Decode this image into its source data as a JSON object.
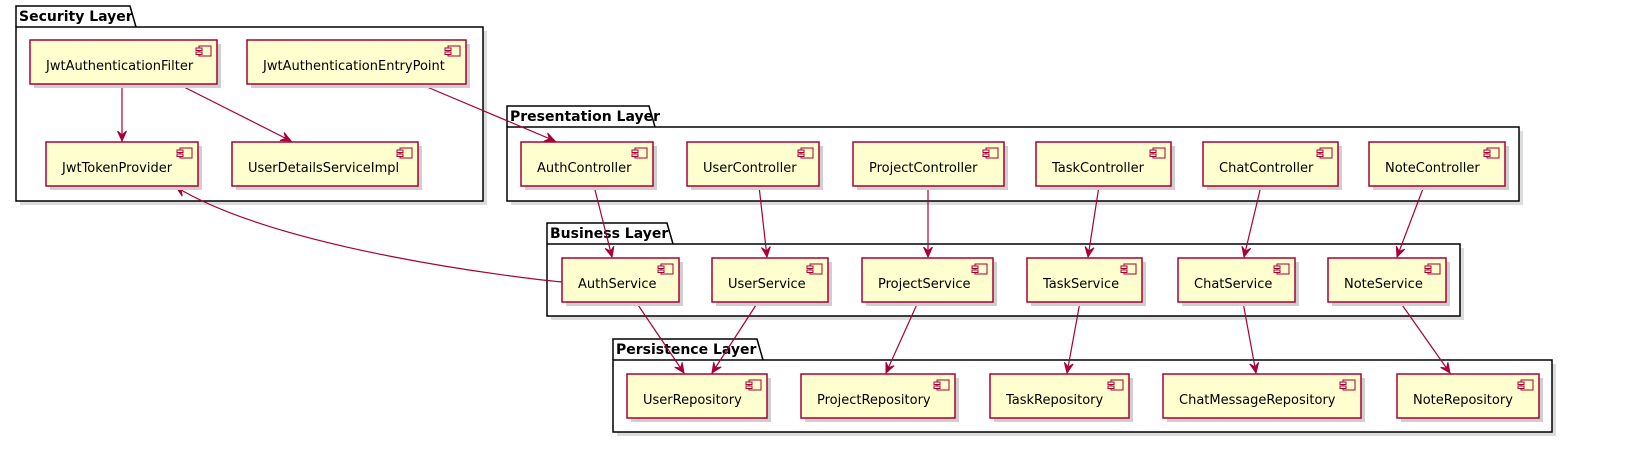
{
  "packages": [
    {
      "id": "security",
      "title": "Security Layer"
    },
    {
      "id": "presentation",
      "title": "Presentation Layer"
    },
    {
      "id": "business",
      "title": "Business Layer"
    },
    {
      "id": "persistence",
      "title": "Persistence Layer"
    }
  ],
  "components": [
    {
      "id": "JwtAuthenticationFilter",
      "label": "JwtAuthenticationFilter",
      "package": "security"
    },
    {
      "id": "JwtAuthenticationEntryPoint",
      "label": "JwtAuthenticationEntryPoint",
      "package": "security"
    },
    {
      "id": "JwtTokenProvider",
      "label": "JwtTokenProvider",
      "package": "security"
    },
    {
      "id": "UserDetailsServiceImpl",
      "label": "UserDetailsServiceImpl",
      "package": "security"
    },
    {
      "id": "AuthController",
      "label": "AuthController",
      "package": "presentation"
    },
    {
      "id": "UserController",
      "label": "UserController",
      "package": "presentation"
    },
    {
      "id": "ProjectController",
      "label": "ProjectController",
      "package": "presentation"
    },
    {
      "id": "TaskController",
      "label": "TaskController",
      "package": "presentation"
    },
    {
      "id": "ChatController",
      "label": "ChatController",
      "package": "presentation"
    },
    {
      "id": "NoteController",
      "label": "NoteController",
      "package": "presentation"
    },
    {
      "id": "AuthService",
      "label": "AuthService",
      "package": "business"
    },
    {
      "id": "UserService",
      "label": "UserService",
      "package": "business"
    },
    {
      "id": "ProjectService",
      "label": "ProjectService",
      "package": "business"
    },
    {
      "id": "TaskService",
      "label": "TaskService",
      "package": "business"
    },
    {
      "id": "ChatService",
      "label": "ChatService",
      "package": "business"
    },
    {
      "id": "NoteService",
      "label": "NoteService",
      "package": "business"
    },
    {
      "id": "UserRepository",
      "label": "UserRepository",
      "package": "persistence"
    },
    {
      "id": "ProjectRepository",
      "label": "ProjectRepository",
      "package": "persistence"
    },
    {
      "id": "TaskRepository",
      "label": "TaskRepository",
      "package": "persistence"
    },
    {
      "id": "ChatMessageRepository",
      "label": "ChatMessageRepository",
      "package": "persistence"
    },
    {
      "id": "NoteRepository",
      "label": "NoteRepository",
      "package": "persistence"
    }
  ],
  "dependencies": [
    {
      "from": "JwtAuthenticationFilter",
      "to": "JwtTokenProvider"
    },
    {
      "from": "JwtAuthenticationFilter",
      "to": "UserDetailsServiceImpl"
    },
    {
      "from": "JwtAuthenticationEntryPoint",
      "to": "AuthController"
    },
    {
      "from": "AuthController",
      "to": "AuthService"
    },
    {
      "from": "UserController",
      "to": "UserService"
    },
    {
      "from": "ProjectController",
      "to": "ProjectService"
    },
    {
      "from": "TaskController",
      "to": "TaskService"
    },
    {
      "from": "ChatController",
      "to": "ChatService"
    },
    {
      "from": "NoteController",
      "to": "NoteService"
    },
    {
      "from": "AuthService",
      "to": "JwtTokenProvider"
    },
    {
      "from": "AuthService",
      "to": "UserRepository"
    },
    {
      "from": "UserService",
      "to": "UserRepository"
    },
    {
      "from": "ProjectService",
      "to": "ProjectRepository"
    },
    {
      "from": "TaskService",
      "to": "TaskRepository"
    },
    {
      "from": "ChatService",
      "to": "ChatMessageRepository"
    },
    {
      "from": "NoteService",
      "to": "NoteRepository"
    }
  ],
  "colors": {
    "component_fill": "#FEFECE",
    "component_border": "#A80036",
    "arrow": "#A80036",
    "package_border": "#000000"
  }
}
